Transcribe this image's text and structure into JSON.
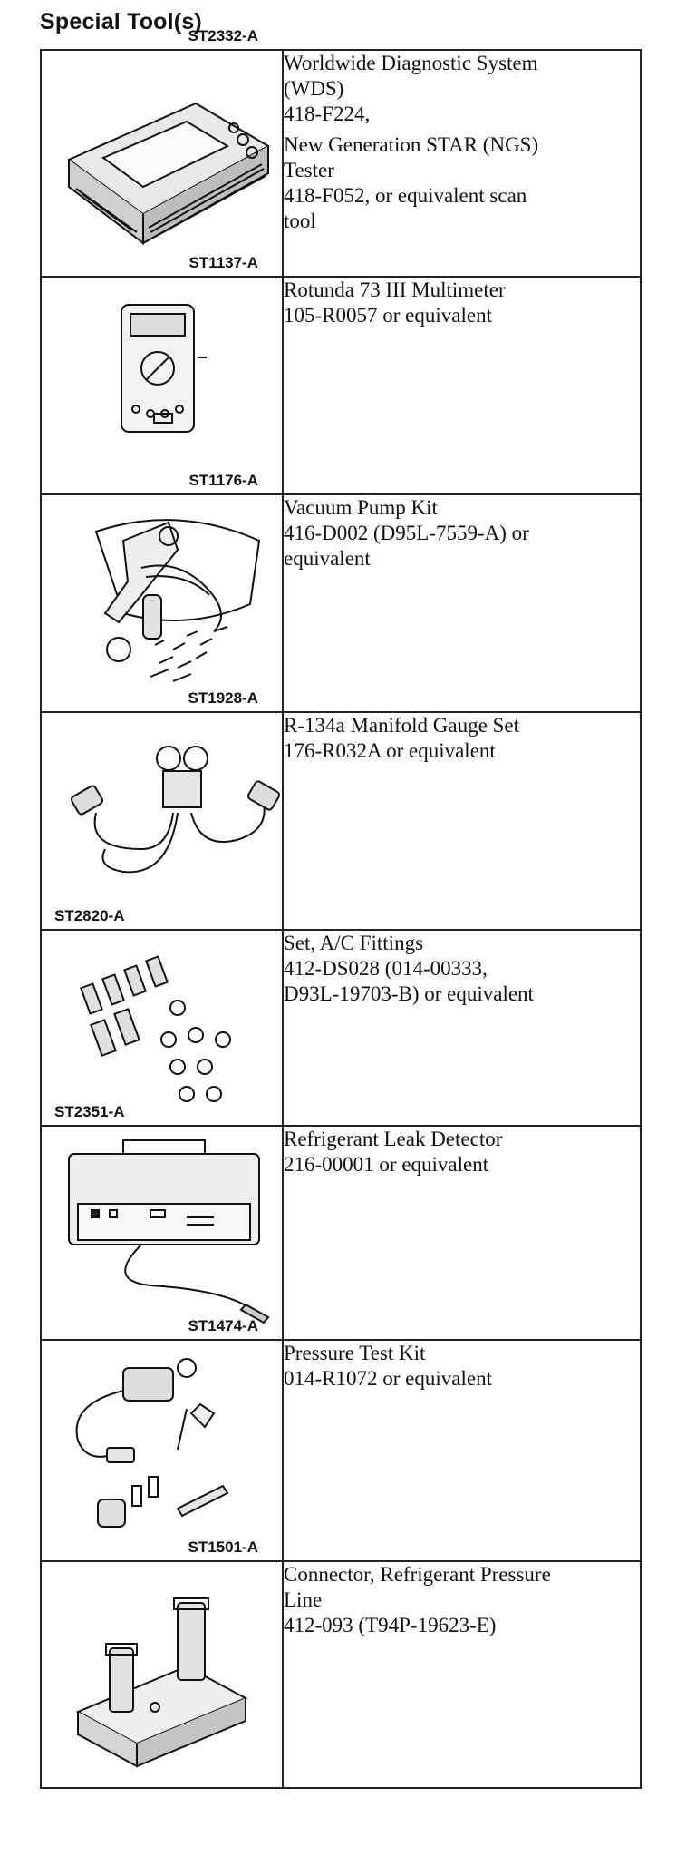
{
  "section_title": "Special Tool(s)",
  "tools": [
    {
      "code": "ST2332-A",
      "icon": "scan-tool-icon",
      "paragraphs": [
        [
          "Worldwide Diagnostic System",
          "(WDS)",
          "418-F224,"
        ],
        [
          "New Generation STAR (NGS)",
          "Tester",
          "418-F052, or equivalent scan",
          "tool"
        ]
      ]
    },
    {
      "code": "ST1137-A",
      "icon": "multimeter-icon",
      "paragraphs": [
        [
          "Rotunda 73 III Multimeter",
          "105-R0057 or equivalent"
        ]
      ]
    },
    {
      "code": "ST1176-A",
      "icon": "vacuum-pump-kit-icon",
      "paragraphs": [
        [
          "Vacuum Pump Kit",
          "416-D002 (D95L-7559-A) or",
          "equivalent"
        ]
      ]
    },
    {
      "code": "ST1928-A",
      "icon": "manifold-gauge-set-icon",
      "paragraphs": [
        [
          "R-134a Manifold Gauge Set",
          "176-R032A or equivalent"
        ]
      ]
    },
    {
      "code": "ST2820-A",
      "icon": "ac-fittings-icon",
      "paragraphs": [
        [
          "Set, A/C Fittings",
          "412-DS028 (014-00333,",
          "D93L-19703-B) or equivalent"
        ]
      ]
    },
    {
      "code": "ST2351-A",
      "icon": "leak-detector-icon",
      "paragraphs": [
        [
          "Refrigerant Leak Detector",
          "216-00001 or equivalent"
        ]
      ]
    },
    {
      "code": "ST1474-A",
      "icon": "pressure-test-kit-icon",
      "paragraphs": [
        [
          "Pressure Test Kit",
          "014-R1072 or equivalent"
        ]
      ]
    },
    {
      "code": "ST1501-A",
      "icon": "pressure-line-connector-icon",
      "paragraphs": [
        [
          "Connector, Refrigerant Pressure",
          "Line",
          "412-093 (T94P-19623-E)"
        ]
      ]
    }
  ]
}
